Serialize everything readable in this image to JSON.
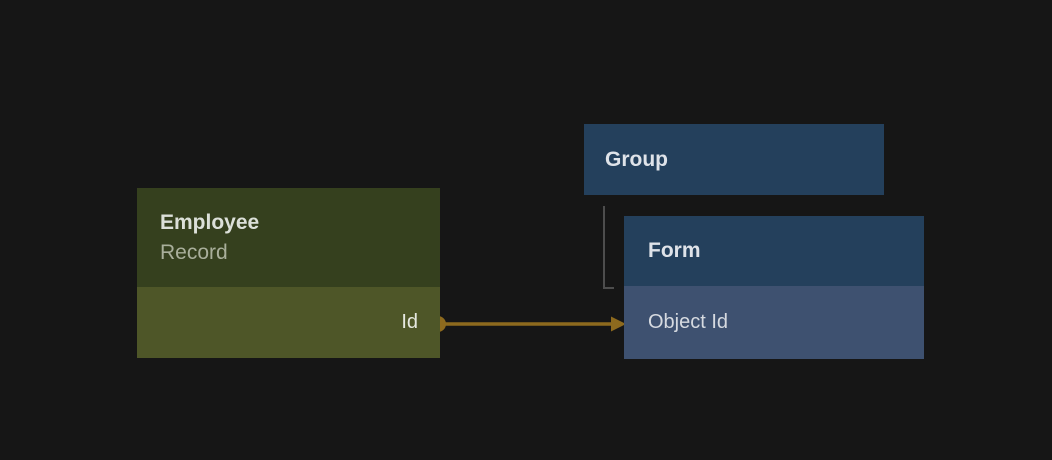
{
  "canvas": {
    "background": "#161616"
  },
  "nodes": {
    "employee_record": {
      "title": "Employee",
      "subtitle": "Record",
      "header_color": "#35401e",
      "body_color": "#4e5628",
      "fields": [
        {
          "label": "Id"
        }
      ]
    },
    "group": {
      "title": "Group",
      "header_color": "#24405c"
    },
    "form": {
      "title": "Form",
      "header_color": "#24405c",
      "body_color": "#3e5170",
      "fields": [
        {
          "label": "Object Id"
        }
      ]
    }
  },
  "connectors": {
    "relation_arrow": {
      "from": "Employee Record / Id",
      "to": "Form / Object Id",
      "color": "#8d6a1e",
      "style": "solid-arrow-with-dot"
    },
    "hierarchy_line": {
      "from": "Group",
      "to": "Form",
      "color": "#4d4d4d",
      "style": "elbow"
    }
  }
}
